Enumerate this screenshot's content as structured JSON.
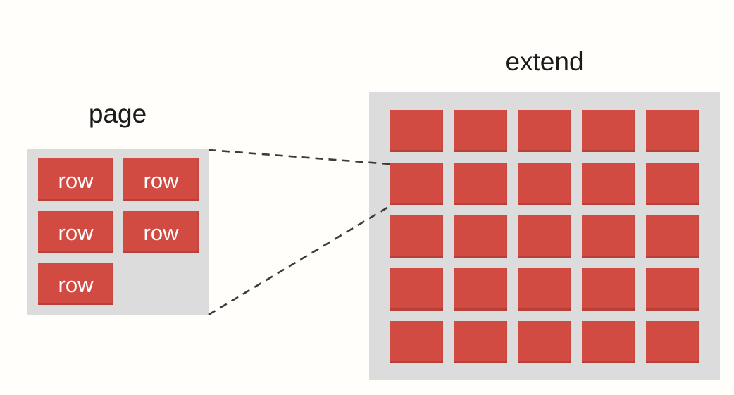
{
  "page_panel": {
    "title": "page",
    "rows": [
      "row",
      "row",
      "row",
      "row",
      "row"
    ]
  },
  "extend_panel": {
    "title": "extend",
    "grid": {
      "rows": 5,
      "cols": 5
    }
  },
  "colors": {
    "background": "#fffefb",
    "panel_gray": "#dcdcdc",
    "cell_red": "#d14b42",
    "title_text": "#1b1b1b",
    "row_text": "#ffffff",
    "connector_line": "#3b3b3b"
  }
}
